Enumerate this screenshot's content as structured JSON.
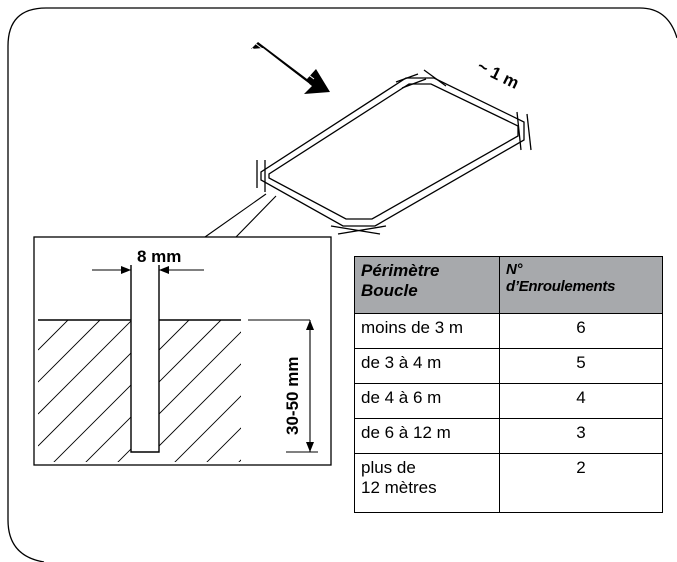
{
  "labels": {
    "length": "~ 1 m",
    "width": "8 mm",
    "depth": "30-50 mm"
  },
  "table": {
    "headers": [
      "Périmètre\nBoucle",
      "N°\nd’Enroulements"
    ],
    "rows": [
      {
        "perimeter": "moins de 3 m",
        "turns": "6"
      },
      {
        "perimeter": "de 3 à 4 m",
        "turns": "5"
      },
      {
        "perimeter": "de 4 à 6 m",
        "turns": "4"
      },
      {
        "perimeter": "de 6 à 12 m",
        "turns": "3"
      },
      {
        "perimeter": "plus de\n12 mètres",
        "turns": "2"
      }
    ]
  },
  "colors": {
    "header_bg": "#a7a9ac",
    "line": "#000000"
  }
}
